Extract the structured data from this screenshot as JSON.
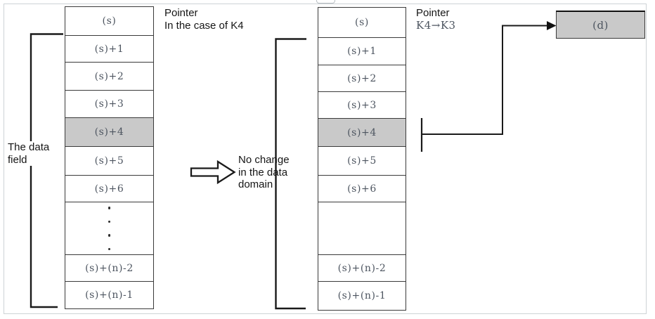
{
  "labels": {
    "data_field": [
      "The data",
      "field"
    ],
    "pointer_left": {
      "title": "Pointer",
      "subtitle": "In the case of K4"
    },
    "pointer_right": {
      "title": "Pointer",
      "subtitle": "K4→K3"
    },
    "no_change": [
      "No change",
      "in the data",
      "domain"
    ],
    "dest_box": "(d)"
  },
  "columns": {
    "left": {
      "rows": [
        {
          "label": "(s)"
        },
        {
          "label": "(s)+1"
        },
        {
          "label": "(s)+2"
        },
        {
          "label": "(s)+3"
        },
        {
          "label": "(s)+4",
          "shaded": true
        },
        {
          "label": "(s)+5"
        },
        {
          "label": "(s)+6"
        },
        {
          "type": "dots"
        },
        {
          "label": "(s)+(n)-2"
        },
        {
          "label": "(s)+(n)-1"
        }
      ]
    },
    "right": {
      "rows": [
        {
          "label": "(s)"
        },
        {
          "label": "(s)+1"
        },
        {
          "label": "(s)+2"
        },
        {
          "label": "(s)+3"
        },
        {
          "label": "(s)+4",
          "shaded": true
        },
        {
          "label": "(s)+5"
        },
        {
          "label": "(s)+6"
        },
        {
          "type": "empty"
        },
        {
          "label": "(s)+(n)-2"
        },
        {
          "label": "(s)+(n)-1"
        }
      ]
    }
  },
  "colors": {
    "shaded_fill": "#c9c9c9",
    "cell_text": "#4d5560",
    "cell_border": "#3a3a3a",
    "frame_border": "#ced3d6",
    "line": "#1a1a1a"
  }
}
